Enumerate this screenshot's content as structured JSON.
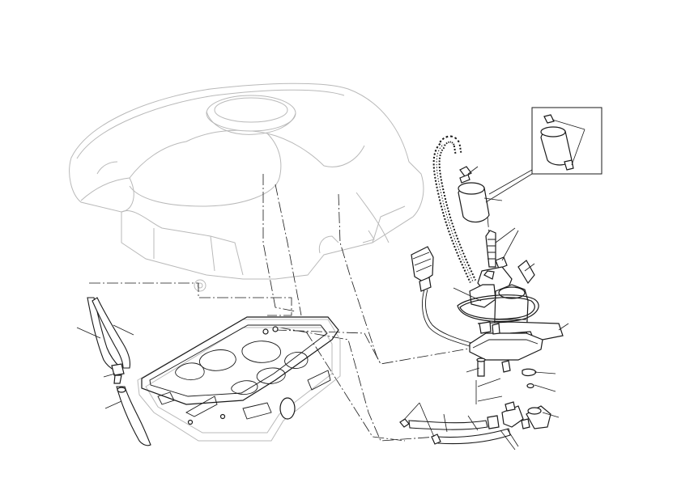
{
  "figure": {
    "type": "exploded-parts-diagram",
    "subject": "fuel-tank-and-pump-assembly",
    "labels_printed": false
  },
  "colors": {
    "background": "#ffffff",
    "line": "#1a1a1a",
    "faint_line": "#b9b9b9"
  },
  "parts": [
    {
      "id": "fuel-tank",
      "style": "ghosted"
    },
    {
      "id": "tank-base-plate",
      "style": "outline"
    },
    {
      "id": "breather-hose-upper",
      "style": "outline"
    },
    {
      "id": "breather-hose-lower",
      "style": "outline"
    },
    {
      "id": "fuel-pump-assembly",
      "style": "outline"
    },
    {
      "id": "fuel-filter",
      "style": "outline"
    },
    {
      "id": "corrugated-hose",
      "style": "outline"
    },
    {
      "id": "wiring-connector",
      "style": "outline"
    },
    {
      "id": "fuel-lines",
      "style": "outline"
    },
    {
      "id": "detail-inset-filter",
      "style": "outline"
    }
  ]
}
